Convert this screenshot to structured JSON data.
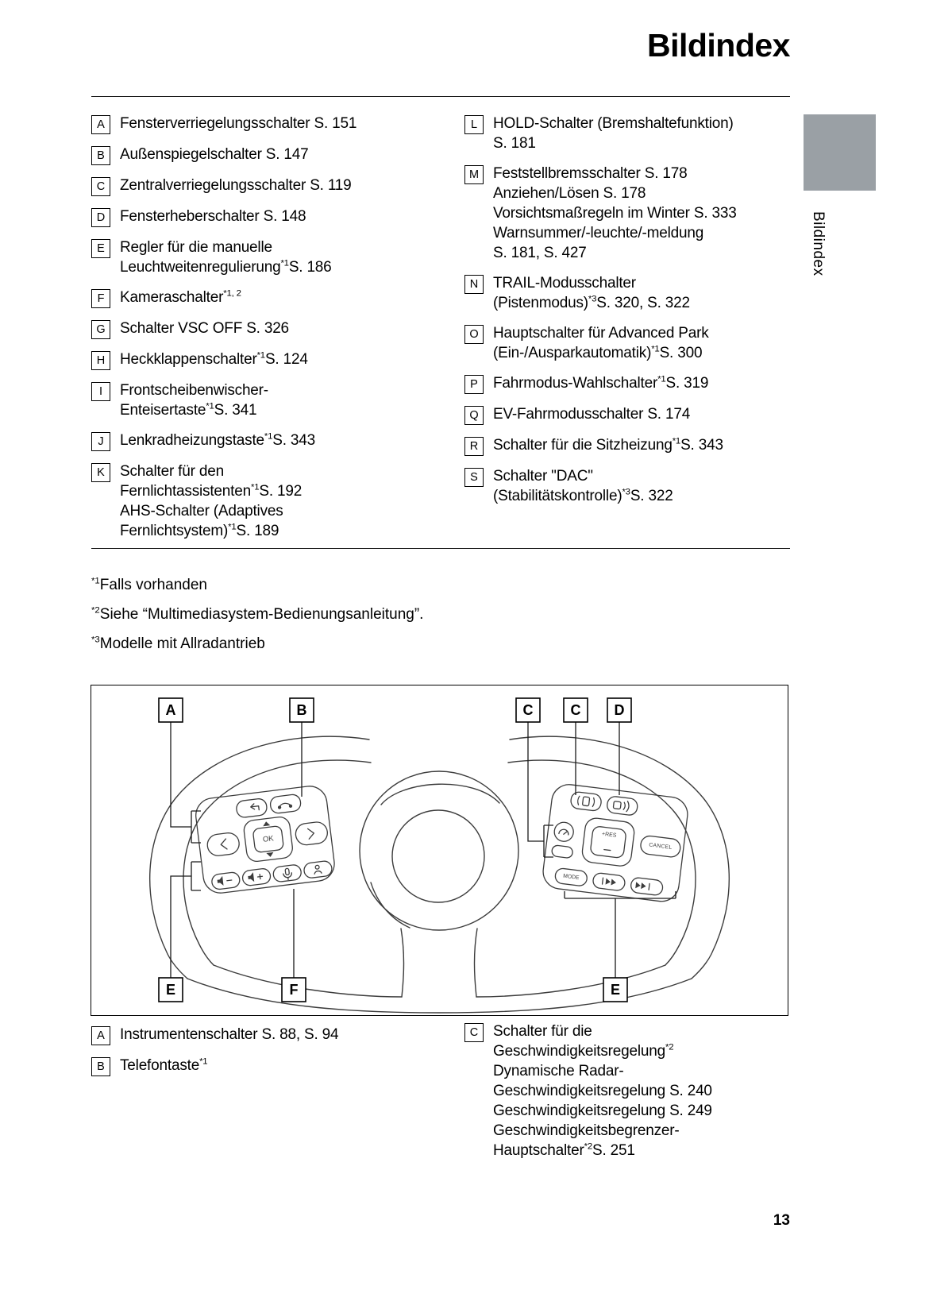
{
  "colors": {
    "tab_gray": "#9aa0a5",
    "tab_style": "background-color:#9aa0a5"
  },
  "page": {
    "title": "Bildindex",
    "side_tab_label": "Bildindex",
    "page_number": "13"
  },
  "index_top": {
    "left": [
      {
        "letter": "A",
        "lines": [
          "Fensterverriegelungsschalter S. 151"
        ]
      },
      {
        "letter": "B",
        "lines": [
          "Außenspiegelschalter S. 147"
        ]
      },
      {
        "letter": "C",
        "lines": [
          "Zentralverriegelungsschalter S. 119"
        ]
      },
      {
        "letter": "D",
        "lines": [
          "Fensterheberschalter S. 148"
        ]
      },
      {
        "letter": "E",
        "lines": [
          "Regler für die manuelle",
          "Leuchtweitenregulierung^{*1}S. 186"
        ]
      },
      {
        "letter": "F",
        "lines": [
          "Kameraschalter^{*1, 2}"
        ]
      },
      {
        "letter": "G",
        "lines": [
          "Schalter VSC OFF S. 326"
        ]
      },
      {
        "letter": "H",
        "lines": [
          "Heckklappenschalter^{*1}S. 124"
        ]
      },
      {
        "letter": "I",
        "lines": [
          "Frontscheibenwischer-",
          "Enteisertaste^{*1}S. 341"
        ]
      },
      {
        "letter": "J",
        "lines": [
          "Lenkradheizungstaste^{*1}S. 343"
        ]
      },
      {
        "letter": "K",
        "lines": [
          "Schalter für den",
          "Fernlichtassistenten^{*1}S. 192",
          "AHS-Schalter (Adaptives",
          "Fernlichtsystem)^{*1}S. 189"
        ]
      }
    ],
    "right": [
      {
        "letter": "L",
        "lines": [
          "HOLD-Schalter (Bremshaltefunktion)",
          "S. 181"
        ]
      },
      {
        "letter": "M",
        "lines": [
          "Feststellbremsschalter S. 178",
          "Anziehen/Lösen S. 178",
          "Vorsichtsmaßregeln im Winter S. 333",
          "Warnsummer/-leuchte/-meldung",
          "S. 181, S. 427"
        ]
      },
      {
        "letter": "N",
        "lines": [
          "TRAIL-Modusschalter",
          "(Pistenmodus)^{*3}S. 320, S. 322"
        ]
      },
      {
        "letter": "O",
        "lines": [
          "Hauptschalter für Advanced Park",
          "(Ein-/Ausparkautomatik)^{*1}S. 300"
        ]
      },
      {
        "letter": "P",
        "lines": [
          "Fahrmodus-Wahlschalter^{*1}S. 319"
        ]
      },
      {
        "letter": "Q",
        "lines": [
          "EV-Fahrmodusschalter S. 174"
        ]
      },
      {
        "letter": "R",
        "lines": [
          "Schalter für die Sitzheizung^{*1}S. 343"
        ]
      },
      {
        "letter": "S",
        "lines": [
          "Schalter \"DAC\"",
          "(Stabilitätskontrolle)^{*3}S. 322"
        ]
      }
    ]
  },
  "footnotes": [
    "^{*1}Falls vorhanden",
    "^{*2}Siehe “Multimediasystem-Bedienungsanleitung”.",
    "^{*3}Modelle mit Allradantrieb"
  ],
  "figure": {
    "top_callouts": [
      "A",
      "B",
      "C",
      "C",
      "D"
    ],
    "bottom_callouts": [
      "E",
      "F",
      "E"
    ],
    "buttons": {
      "ok": "OK",
      "res": "+RES",
      "cancel": "CANCEL",
      "mode": "MODE"
    }
  },
  "index_bottom": {
    "left": [
      {
        "letter": "A",
        "lines": [
          "Instrumentenschalter S. 88, S. 94"
        ]
      },
      {
        "letter": "B",
        "lines": [
          "Telefontaste^{*1}"
        ]
      }
    ],
    "right": [
      {
        "letter": "C",
        "lines": [
          "Schalter für die",
          "Geschwindigkeitsregelung^{*2}",
          "Dynamische Radar-",
          "Geschwindigkeitsregelung S. 240",
          "Geschwindigkeitsregelung S. 249",
          "Geschwindigkeitsbegrenzer-",
          "Hauptschalter^{*2}S. 251"
        ]
      }
    ]
  }
}
